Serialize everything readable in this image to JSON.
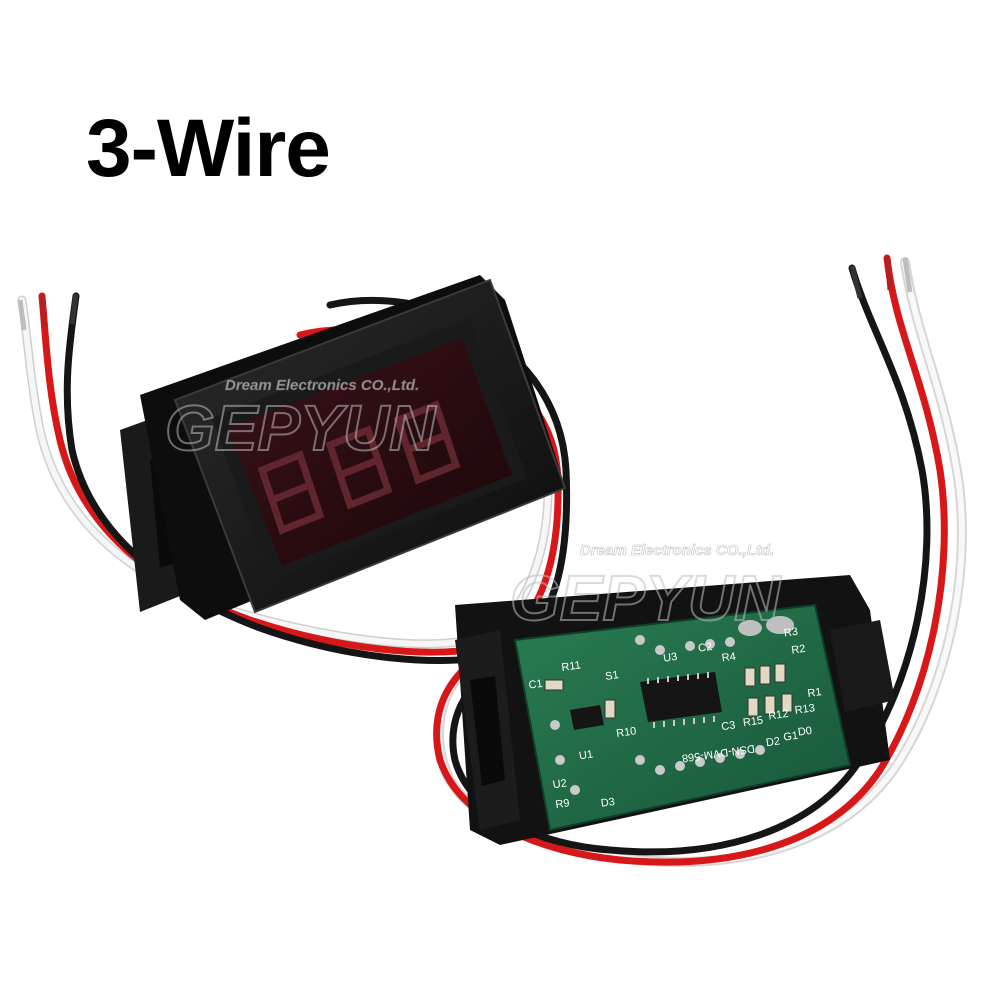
{
  "headline": "3-Wire",
  "watermark": {
    "brand": "GEPYUN",
    "company": "Dream Electronics CO.,Ltd."
  },
  "pcb_silkscreen": {
    "model": "DSN-DVM-568",
    "labels": [
      "C1",
      "R11",
      "S1",
      "U3",
      "C2",
      "R4",
      "R3",
      "R2",
      "R1",
      "R10",
      "C3",
      "R15",
      "R12",
      "R13",
      "U1",
      "U2",
      "R9",
      "D3",
      "D0",
      "G1",
      "D2"
    ]
  },
  "colors": {
    "wire_red": "#d81818",
    "wire_black": "#151515",
    "wire_white": "#f4f4f4",
    "case_black": "#141414",
    "pcb_green": "#1f6a45",
    "display_glass": "#2a0d12"
  }
}
